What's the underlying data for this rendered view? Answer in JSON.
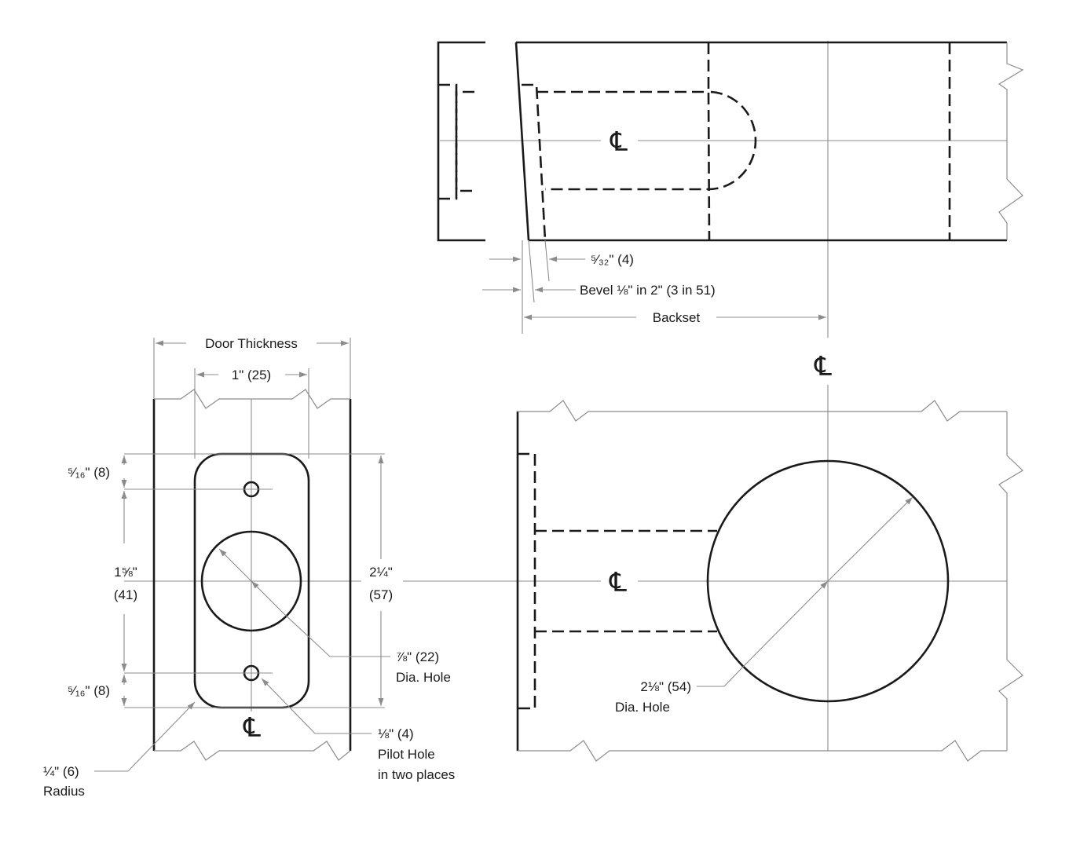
{
  "centerline_symbol": "℄",
  "top_view": {
    "dim_5_32": "⁵⁄₃₂\" (4)",
    "bevel": "Bevel ⅛\" in 2\" (3 in 51)",
    "backset": "Backset"
  },
  "left_view": {
    "door_thickness": "Door Thickness",
    "one_inch": "1\" (25)",
    "dim_5_16_top": "⁵⁄₁₆\" (8)",
    "dim_5_16_bottom": "⁵⁄₁₆\" (8)",
    "dim_1_5_8": [
      "1⅝\"",
      "(41)"
    ],
    "dim_2_1_4": [
      "2¼\"",
      "(57)"
    ],
    "hole_7_8": [
      "⅞\" (22)",
      "Dia. Hole"
    ],
    "pilot": [
      "⅛\" (4)",
      "Pilot Hole",
      "in two places"
    ],
    "radius": [
      "¼\" (6)",
      "Radius"
    ]
  },
  "front_view": {
    "hole_2_1_8": [
      "2⅛\" (54)",
      "Dia. Hole"
    ]
  }
}
